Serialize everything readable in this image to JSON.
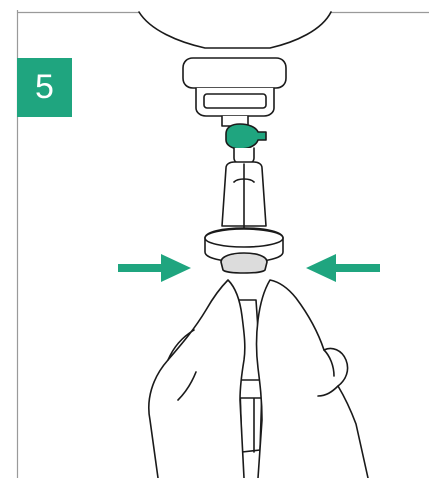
{
  "step": {
    "number": "5"
  },
  "colors": {
    "accent": "#1fa57f",
    "frame": "#9a9a9a",
    "line": "#1a1a1a"
  },
  "icons": [
    "iv-bag",
    "spike-clamp",
    "drip-chamber",
    "squeeze-arrow-left",
    "squeeze-arrow-right",
    "hand-left",
    "hand-right",
    "tubing"
  ]
}
